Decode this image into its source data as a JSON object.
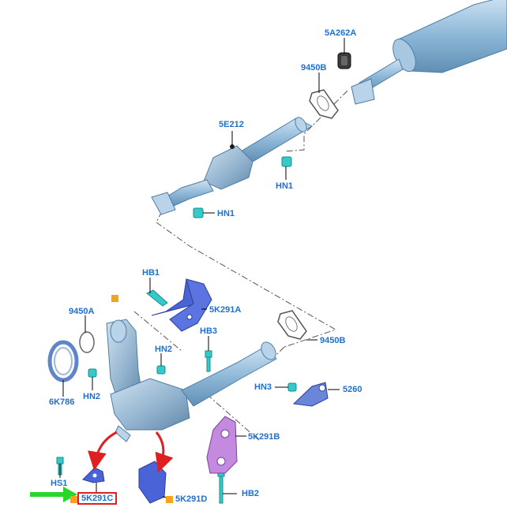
{
  "labels": {
    "5A262A": "5A262A",
    "9450B_top": "9450B",
    "5E212": "5E212",
    "HN1_a": "HN1",
    "HN1_b": "HN1",
    "HB1": "HB1",
    "5K291A": "5K291A",
    "9450A": "9450A",
    "HB3": "HB3",
    "9450B_mid": "9450B",
    "HN2_a": "HN2",
    "HN2_b": "HN2",
    "6K786": "6K786",
    "HN3": "HN3",
    "5260": "5260",
    "5K291B": "5K291B",
    "HS1": "HS1",
    "5K291C": "5K291C",
    "5K291D": "5K291D",
    "HB2": "HB2"
  },
  "colors": {
    "label": "#1f6fd1",
    "pipe": "#8fb8d8",
    "pipe_dark": "#5f8fb4",
    "bracket_blue": "#4a63d6",
    "bracket_purple": "#c48ae0",
    "fastener": "#35c9c9",
    "note_square": "#f6a21a",
    "arrow_red": "#e02020",
    "arrow_green": "#2bd62b",
    "highlight_box": "#e02020"
  }
}
